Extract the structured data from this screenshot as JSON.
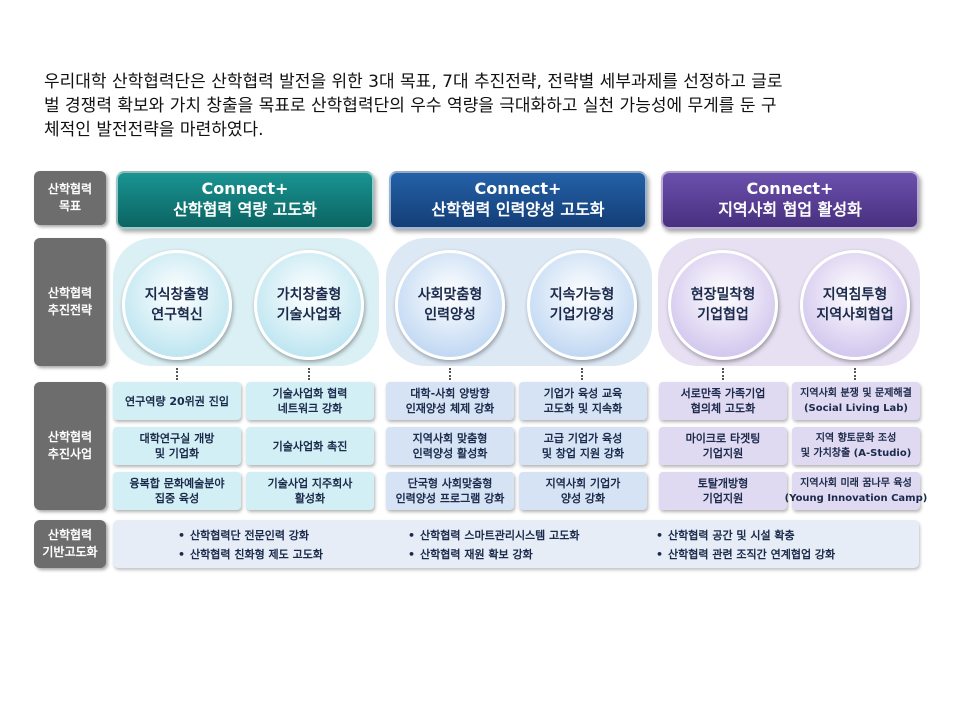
{
  "intro_lines": [
    "우리대학 산학협력단은 산학협력 발전을 위한 3대 목표, 7대 추진전략, 전략별 세부과제를 선정하고 글로",
    "벌 경쟁력 확보와 가치 창출을 목표로 산학협력단의 우수 역량을 극대화하고 실천 가능성에 무게를 둔 구",
    "체적인 발전전략을 마련하였다."
  ],
  "row_labels": {
    "goal": [
      "산학협력",
      "목표"
    ],
    "strategy": [
      "산학협력",
      "추진전략"
    ],
    "project": [
      "산학협력",
      "추진사업"
    ],
    "foundation": [
      "산학협력",
      "기반고도화"
    ]
  },
  "colors": {
    "goal_teal": "#0f7a78",
    "goal_blue": "#1a4d8f",
    "goal_purple": "#5a3f9a",
    "panel_teal": "#dbf0f4",
    "panel_blue": "#dde8f5",
    "panel_purple": "#e6e0f2",
    "circle_teal": "#c9ecf4",
    "circle_blue": "#c9def5",
    "circle_purple": "#d9d0ef",
    "box_teal": "#d2eff5",
    "box_blue": "#d5e3f5",
    "box_purple": "#e0d9f2"
  },
  "goals": [
    {
      "line1": "Connect+",
      "line2": "산학협력 역량 고도화"
    },
    {
      "line1": "Connect+",
      "line2": "산학협력 인력양성 고도화"
    },
    {
      "line1": "Connect+",
      "line2": "지역사회 협업 활성화"
    }
  ],
  "strategies": [
    {
      "line1": "지식창출형",
      "line2": "연구혁신"
    },
    {
      "line1": "가치창출형",
      "line2": "기술사업화"
    },
    {
      "line1": "사회맞춤형",
      "line2": "인력양성"
    },
    {
      "line1": "지속가능형",
      "line2": "기업가양성"
    },
    {
      "line1": "현장밀착형",
      "line2": "기업협업"
    },
    {
      "line1": "지역침투형",
      "line2": "지역사회협업"
    }
  ],
  "projects": [
    [
      [
        "연구역량 20위권 진입"
      ],
      [
        "대학연구실 개방",
        "및 기업화"
      ],
      [
        "융복합 문화예술분야",
        "집중 육성"
      ]
    ],
    [
      [
        "기술사업화 협력",
        "네트워크 강화"
      ],
      [
        "기술사업화 촉진"
      ],
      [
        "기술사업 지주회사",
        "활성화"
      ]
    ],
    [
      [
        "대학-사회 양방향",
        "인재양성 체제 강화"
      ],
      [
        "지역사회 맞춤형",
        "인력양성 활성화"
      ],
      [
        "단국형 사회맞춤형",
        "인력양성 프로그램 강화"
      ]
    ],
    [
      [
        "기업가 육성 교육",
        "고도화 및 지속화"
      ],
      [
        "고급 기업가 육성",
        "및 창업 지원 강화"
      ],
      [
        "지역사회 기업가",
        "양성 강화"
      ]
    ],
    [
      [
        "서로만족 가족기업",
        "협의체 고도화"
      ],
      [
        "마이크로 타겟팅",
        "기업지원"
      ],
      [
        "토탈개방형",
        "기업지원"
      ]
    ],
    [
      [
        "지역사회 분쟁 및 문제해결",
        "(Social Living Lab)"
      ],
      [
        "지역 향토문화 조성",
        "및 가치창출 (A-Studio)"
      ],
      [
        "지역사회 미래 꿈나무 육성",
        "(Young Innovation Camp)"
      ]
    ]
  ],
  "foundation_items": [
    "산학협력단 전문인력 강화",
    "산학협력 친화형 제도 고도화",
    "산학협력 스마트관리시스템 고도화",
    "산학협력 재원 확보 강화",
    "산학협력 공간 및 시설 확충",
    "산학협력 관련 조직간 연계협업 강화"
  ]
}
